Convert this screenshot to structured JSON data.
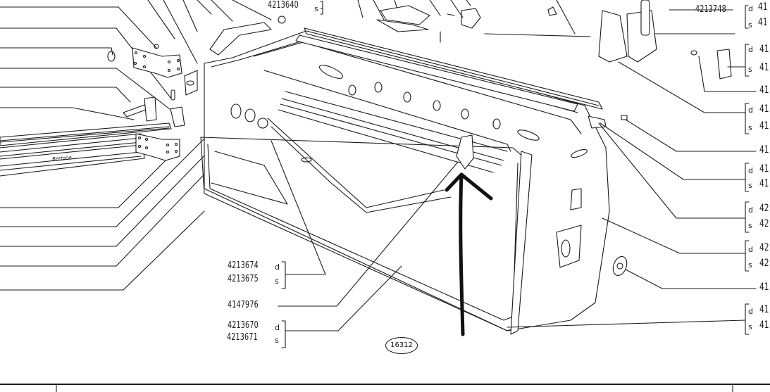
{
  "diagram": {
    "title": "Door assembly exploded view",
    "figure_number": "16312",
    "side_codes": {
      "right": "d",
      "left": "s"
    },
    "labels_center": [
      {
        "id": "top-panel",
        "part": "4213640",
        "side": "s"
      },
      {
        "id": "trim-panel",
        "parts": [
          {
            "part": "4213674",
            "side": "d"
          },
          {
            "part": "4213675",
            "side": "s"
          }
        ]
      },
      {
        "id": "striker-bracket",
        "part": "4147976"
      },
      {
        "id": "door-shell",
        "parts": [
          {
            "part": "4213670",
            "side": "d"
          },
          {
            "part": "4213671",
            "side": "s"
          }
        ]
      }
    ],
    "labels_top_right": [
      {
        "id": "lock-rod",
        "part": "4213748"
      },
      {
        "id": "lock-assembly",
        "parts": [
          {
            "part": "41",
            "side": "d"
          },
          {
            "part": "41",
            "side": "s"
          }
        ]
      }
    ],
    "labels_right": [
      {
        "id": "hinge-plate",
        "parts": [
          {
            "part": "41",
            "side": "d"
          },
          {
            "part": "41",
            "side": "s"
          }
        ]
      },
      {
        "id": "hinge-screw",
        "part": "41"
      },
      {
        "id": "window-channel",
        "parts": [
          {
            "part": "41",
            "side": "d"
          },
          {
            "part": "41",
            "side": "s"
          }
        ]
      },
      {
        "id": "clip",
        "part": "41"
      },
      {
        "id": "seal-front",
        "parts": [
          {
            "part": "41",
            "side": "d"
          },
          {
            "part": "41",
            "side": "s"
          }
        ]
      },
      {
        "id": "seal-rear",
        "parts": [
          {
            "part": "42",
            "side": "d"
          },
          {
            "part": "42",
            "side": "s"
          }
        ]
      },
      {
        "id": "door-frame",
        "parts": [
          {
            "part": "42",
            "side": "d"
          },
          {
            "part": "42",
            "side": "s"
          }
        ]
      },
      {
        "id": "bumper-pad",
        "part": "41"
      },
      {
        "id": "outer-seal",
        "parts": [
          {
            "part": "41",
            "side": "d"
          },
          {
            "part": "41",
            "side": "s"
          }
        ]
      }
    ],
    "annotation": {
      "type": "hand-drawn-arrow",
      "target": "striker-bracket",
      "color": "#111111"
    },
    "sill_brand_text": "Bertone"
  }
}
